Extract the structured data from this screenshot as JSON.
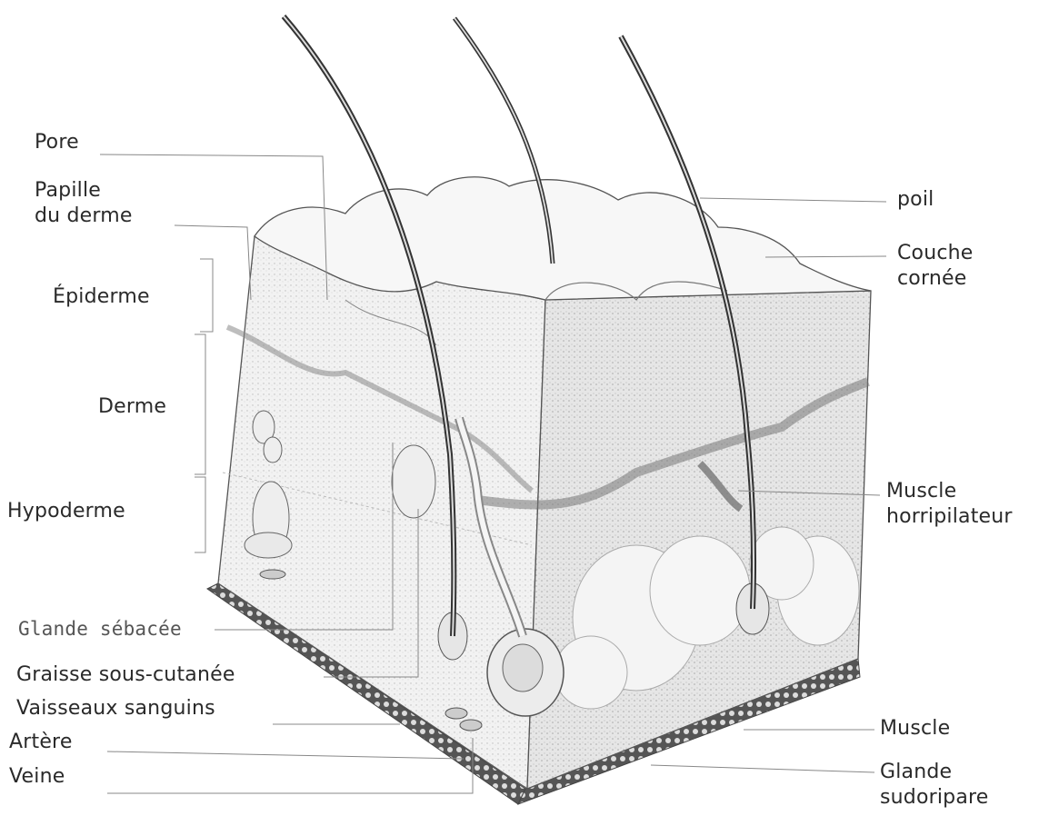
{
  "diagram": {
    "labels_left": {
      "pore": "Pore",
      "papille": "Papille\ndu derme",
      "epiderme": "Épiderme",
      "derme": "Derme",
      "hypoderme": "Hypoderme",
      "glande_sebacee": "Glande sébacée",
      "graisse": "Graisse sous-cutanée",
      "vaisseaux": "Vaisseaux sanguins",
      "artere": "Artère",
      "veine": "Veine"
    },
    "labels_right": {
      "poil": "poil",
      "couche": "Couche\ncornée",
      "muscle_horri": "Muscle\nhorripilateur",
      "muscle": "Muscle",
      "glande_sudo": "Glande\nsudoripare"
    }
  }
}
